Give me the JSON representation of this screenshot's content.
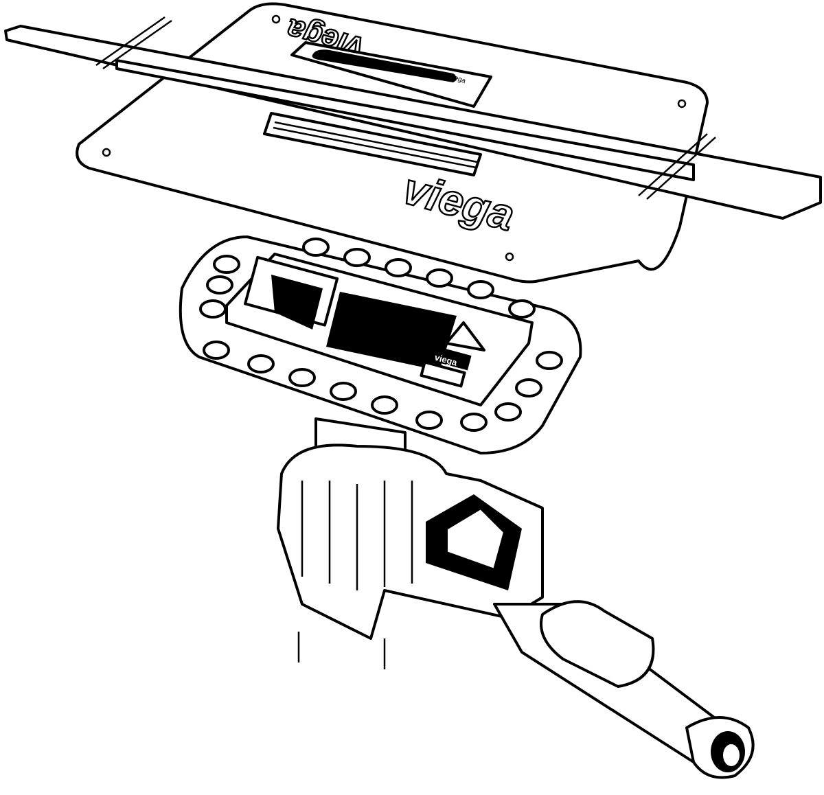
{
  "diagram": {
    "title": "Viega drain assembly exploded view",
    "logos": {
      "cover_plate": "viega",
      "cover_plate_mirrored": "viega",
      "grate": "viega",
      "label": "viega"
    },
    "colors": {
      "line": "#000000",
      "background": "#ffffff"
    }
  }
}
